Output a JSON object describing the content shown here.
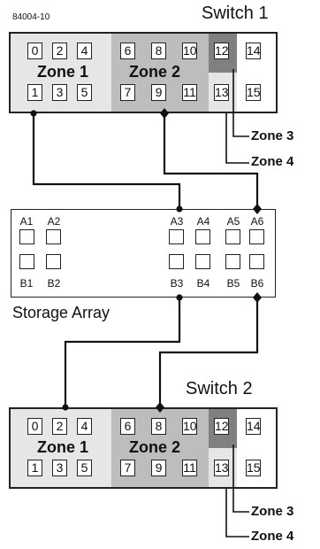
{
  "figure_id": "84004-10",
  "switches": [
    {
      "title": "Switch 1",
      "ports_top": [
        "0",
        "2",
        "4",
        "6",
        "8",
        "10",
        "12",
        "14"
      ],
      "ports_bottom": [
        "1",
        "3",
        "5",
        "7",
        "9",
        "11",
        "13",
        "15"
      ],
      "zone1_label": "Zone 1",
      "zone2_label": "Zone 2",
      "zone3_callout": "Zone 3",
      "zone4_callout": "Zone 4"
    },
    {
      "title": "Switch 2",
      "ports_top": [
        "0",
        "2",
        "4",
        "6",
        "8",
        "10",
        "12",
        "14"
      ],
      "ports_bottom": [
        "1",
        "3",
        "5",
        "7",
        "9",
        "11",
        "13",
        "15"
      ],
      "zone1_label": "Zone 1",
      "zone2_label": "Zone 2",
      "zone3_callout": "Zone 3",
      "zone4_callout": "Zone 4"
    }
  ],
  "storage_array": {
    "title": "Storage Array",
    "top_labels": [
      "A1",
      "A2",
      "A3",
      "A4",
      "A5",
      "A6"
    ],
    "bottom_labels": [
      "B1",
      "B2",
      "B3",
      "B4",
      "B5",
      "B6"
    ]
  },
  "colors": {
    "zone1": "#e6e6e6",
    "zone2": "#bdbdbd",
    "zone3": "#808080",
    "zone4": "#e6e6e6",
    "wire": "#111111"
  }
}
